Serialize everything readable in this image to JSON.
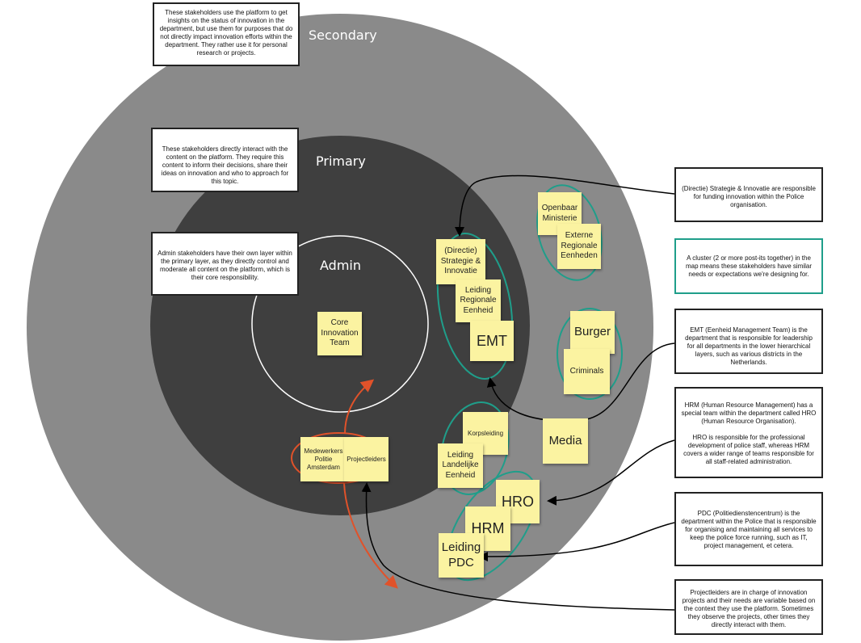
{
  "rings": {
    "secondary": "Secondary",
    "primary": "Primary",
    "admin": "Admin"
  },
  "ring_descriptions": {
    "secondary": "These stakeholders use the platform to get insights on the status of innovation in the department, but use them for purposes that do not directly impact innovation efforts within the department. They rather use it for personal research or projects.",
    "primary": "These stakeholders directly interact with the content on the platform. They require this content to inform their decisions, share their ideas on innovation and who to approach for this topic.",
    "admin": "Admin stakeholders have their own layer within the primary layer, as they directly control and moderate all content on the platform, which is their core responsibility."
  },
  "stakeholders": {
    "core_innovation_team": "Core\nInnovation\nTeam",
    "directie_strategie": "(Directie)\nStrategie &\nInnovatie",
    "leiding_regionale": "Leiding\nRegionale\nEenheid",
    "emt": "EMT",
    "openbaar_ministerie": "Openbaar\nMinisterie",
    "externe_regionale": "Externe\nRegionale\nEenheden",
    "burger": "Burger",
    "criminals": "Criminals",
    "media": "Media",
    "korpsleiding": "Korpsleiding",
    "leiding_landelijke": "Leiding\nLandelijke\nEenheid",
    "hro": "HRO",
    "hrm": "HRM",
    "leiding_pdc": "Leiding\nPDC",
    "medewerkers": "Medewerkers\nPolitie\nAmsterdam",
    "projectleiders": "Projectleiders"
  },
  "annotations": {
    "directie": "(Directie) Strategie & Innovatie are responsible for funding innovation within the Police organisation.",
    "cluster": "A cluster (2 or more post-its together) in the map means these stakeholders have similar needs or expectations we're designing for.",
    "emt": "EMT (Eenheid Management Team) is the department that is responsible for leadership for all departments in the lower hierarchical layers, such as various districts in the Netherlands.",
    "hrm": "HRM (Human Resource Management) has a special team within the department called HRO (Human Resource Organisation).\n\nHRO is responsible for the professional development of police staff, whereas HRM covers a wider range of teams responsible for all staff-related administration.",
    "pdc": "PDC (Politiedienstencentrum) is the department within the Police that is responsible for organising and maintaining all services to keep the police force running, such as IT, project management, et cetera.",
    "projectleiders": "Projectleiders are in charge of innovation projects and their needs are variable based on the context they use the platform. Sometimes they observe the projects, other times they directly interact with them."
  },
  "colors": {
    "secondary_ring": "#8a8a8a",
    "primary_ring": "#3f3f3f",
    "cluster_outline": "#1f9e8a",
    "movement_outline": "#e0522a",
    "sticky": "#fbf3a1"
  }
}
